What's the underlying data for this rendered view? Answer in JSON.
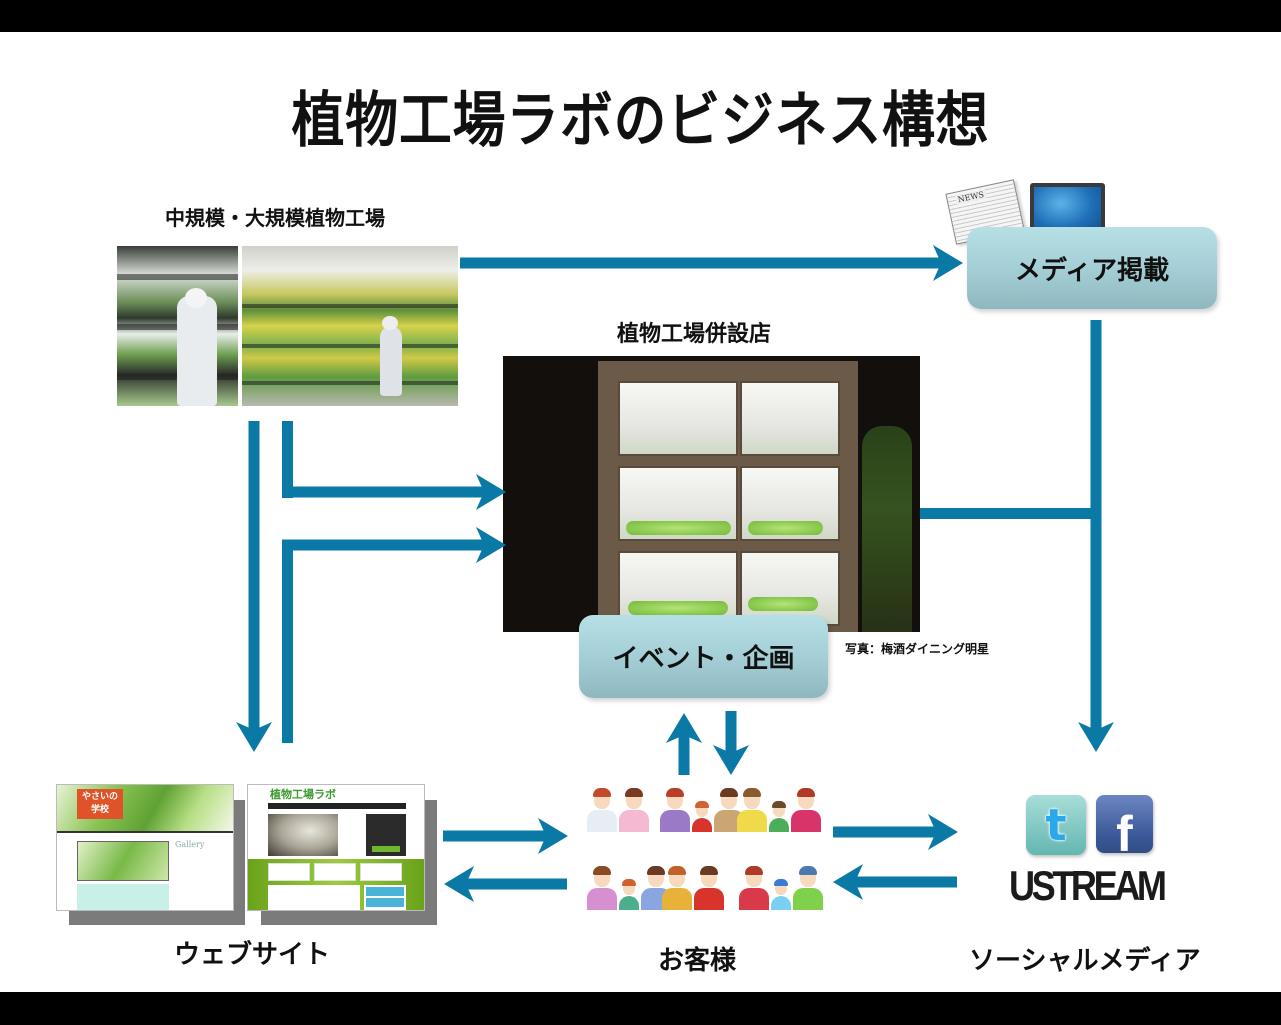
{
  "slide": {
    "title": "植物工場ラボのビジネス構想",
    "accent_color": "#0a79a5",
    "box_color": "#a7d2d8"
  },
  "nodes": {
    "factory": {
      "label": "中規模・大規模植物工場",
      "image": "factory-photos"
    },
    "media": {
      "label": "メディア掲載",
      "icons": [
        "newspaper-icon",
        "tv-icon"
      ],
      "newspaper_masthead": "NEWS"
    },
    "shop": {
      "label": "植物工場併設店",
      "image": "shop-photo",
      "photo_credit": "写真：梅酒ダイニング明星"
    },
    "event": {
      "label": "イベント・企画"
    },
    "website": {
      "label": "ウェブサイト",
      "sites": [
        {
          "logo": "やさいの 学校",
          "gallery": "Gallery"
        },
        {
          "logo": "植物工場ラボ"
        }
      ]
    },
    "customers": {
      "label": "お客様"
    },
    "social": {
      "label": "ソーシャルメディア",
      "logos": {
        "twitter": "t",
        "facebook": "f",
        "ustream": "USTREAM"
      }
    }
  },
  "edges": [
    {
      "from": "factory",
      "to": "media"
    },
    {
      "from": "factory",
      "to": "shop"
    },
    {
      "from": "website",
      "to": "shop"
    },
    {
      "from": "factory",
      "to": "website"
    },
    {
      "from": "media",
      "to": "social"
    },
    {
      "from": "shop",
      "to": "social"
    },
    {
      "from": "customers",
      "to": "event"
    },
    {
      "from": "event",
      "to": "customers"
    },
    {
      "from": "website",
      "to": "customers"
    },
    {
      "from": "customers",
      "to": "website"
    },
    {
      "from": "customers",
      "to": "social"
    },
    {
      "from": "social",
      "to": "customers"
    }
  ]
}
